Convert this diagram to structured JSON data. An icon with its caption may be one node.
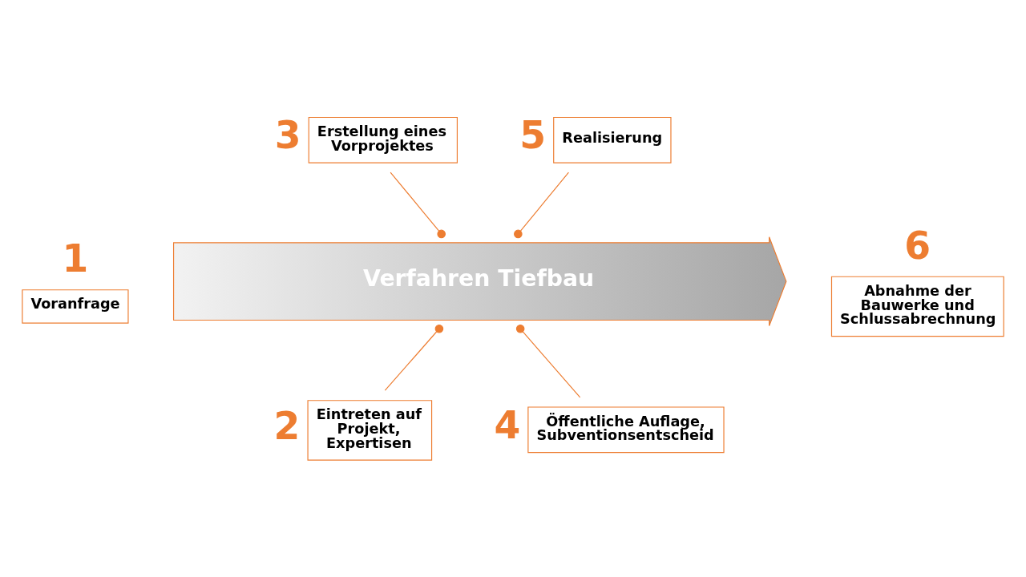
{
  "diagram": {
    "nodes": [
      {
        "text": [
          "Voranfrage"
        ],
        "beside": [
          "1"
        ]
      },
      {
        "text": [
          "Verfahren Tiefbau"
        ]
      },
      {
        "text": [
          "Eintreten auf Projekt, Expertisen"
        ],
        "beside": [
          "2"
        ]
      },
      {
        "text": [
          "Erstellung eines Vorprojektes"
        ],
        "beside": [
          "3"
        ]
      },
      {
        "text": [
          "Öffentliche Auflage, Subventionsentscheid"
        ],
        "beside": [
          "4"
        ]
      },
      {
        "text": [
          "Realisierung"
        ],
        "beside": [
          "5"
        ]
      },
      {
        "text": [
          "Abnahme der Bauwerke und Schlussabrechnung"
        ],
        "beside": [
          "6"
        ]
      }
    ],
    "edges": [
      {
        "from": 2,
        "to": 1,
        "arrow": "other"
      },
      {
        "from": 3,
        "to": 1,
        "arrow": "other"
      },
      {
        "from": 4,
        "to": 1,
        "arrow": "other"
      },
      {
        "from": 5,
        "to": 1,
        "arrow": "other"
      }
    ]
  }
}
